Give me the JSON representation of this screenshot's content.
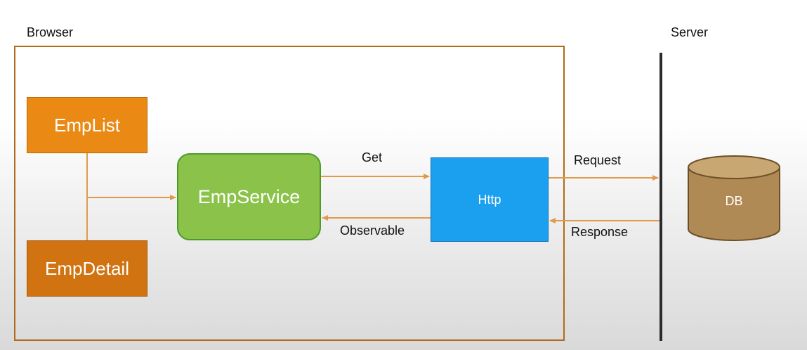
{
  "regions": {
    "browser_label": "Browser",
    "server_label": "Server"
  },
  "components": {
    "emplist": "EmpList",
    "empdetail": "EmpDetail",
    "empservice": "EmpService",
    "http": "Http",
    "db": "DB"
  },
  "arrows": {
    "get": "Get",
    "observable": "Observable",
    "request": "Request",
    "response": "Response"
  },
  "colors": {
    "frame": "#b06a1a",
    "connector": "#e09a4a",
    "emplist": "#ea8a14",
    "empdetail": "#d07310",
    "empservice": "#8bc34a",
    "http": "#1aa0ee",
    "db": "#b08a55"
  }
}
